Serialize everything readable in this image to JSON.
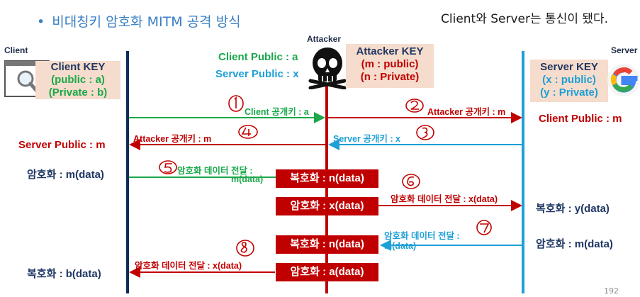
{
  "title": {
    "bullet": "•",
    "text": "비대칭키 암호화 MITM 공격 방식"
  },
  "note": "Client와 Server는 통신이 됐다.",
  "roles": {
    "client": "Client",
    "attacker": "Attacker",
    "server": "Server"
  },
  "client_key": {
    "title": "Client KEY",
    "public": "(public : a)",
    "private": "(Private : b)"
  },
  "attacker_key": {
    "title": "Attacker KEY",
    "public": "(m : public)",
    "private": "(n : Private)"
  },
  "server_key": {
    "title": "Server KEY",
    "public": "(x : public)",
    "private": "(y : Private)"
  },
  "attacker_holdings": {
    "client_public": "Client Public : a",
    "server_public": "Server Public : x"
  },
  "messages": {
    "m1": "Client 공개키 : a",
    "m2": "Attacker 공개키 : m",
    "m3": "Server 공개키 : x",
    "m4": "Attacker 공개키 : m",
    "m5_line1": "암호화 데이터 전달 :",
    "m5_line2": "m(data)",
    "m6": "암호화 데이터 전달 : x(data)",
    "m7_line1": "암호화 데이터 전달 :",
    "m7_line2": "m(data)",
    "m8": "암호화 데이터 전달 : x(data)"
  },
  "attacker_boxes": {
    "decrypt1": "복호화 : n(data)",
    "encrypt1": "암호화 : x(data)",
    "decrypt2": "복호화 : n(data)",
    "encrypt2": "암호화 : a(data)"
  },
  "client_side": {
    "server_public": "Server Public : m",
    "encrypt": "암호화 : m(data)",
    "decrypt": "복호화 : b(data)"
  },
  "server_side": {
    "client_public": "Client Public : m",
    "decrypt": "복호화 : y(data)",
    "encrypt": "암호화 : m(data)"
  },
  "page_number": "192",
  "colors": {
    "client_line": "#0d2c5c",
    "attacker_line": "#c00000",
    "server_line": "#1e9fd6",
    "green": "#1aa84a",
    "red": "#c00000",
    "blue": "#1e9fd6"
  },
  "icons": [
    "magnifier-window-icon",
    "skull-icon",
    "google-logo-icon"
  ]
}
